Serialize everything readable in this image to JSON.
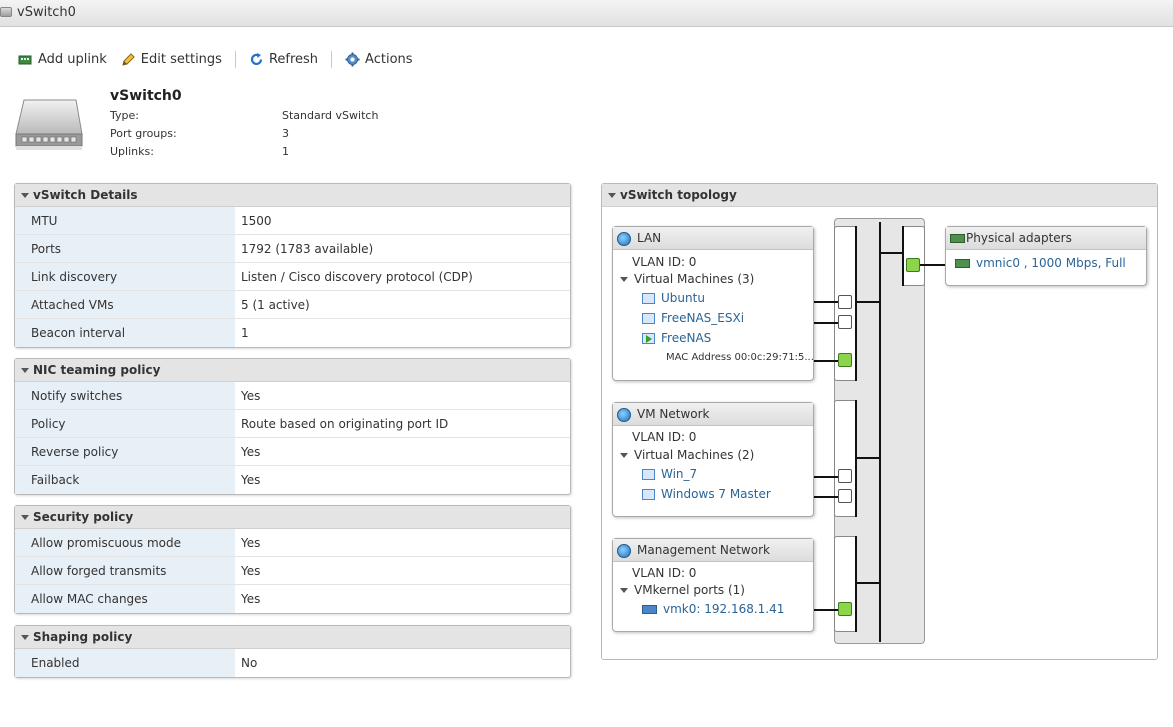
{
  "window": {
    "title": "vSwitch0"
  },
  "toolbar": {
    "add_uplink": "Add uplink",
    "edit_settings": "Edit settings",
    "refresh": "Refresh",
    "actions": "Actions"
  },
  "summary": {
    "name": "vSwitch0",
    "rows": [
      {
        "label": "Type:",
        "value": "Standard vSwitch"
      },
      {
        "label": "Port groups:",
        "value": "3"
      },
      {
        "label": "Uplinks:",
        "value": "1"
      }
    ]
  },
  "details": {
    "title": "vSwitch Details",
    "rows": [
      {
        "label": "MTU",
        "value": "1500"
      },
      {
        "label": "Ports",
        "value": "1792 (1783 available)"
      },
      {
        "label": "Link discovery",
        "value": "Listen / Cisco discovery protocol (CDP)"
      },
      {
        "label": "Attached VMs",
        "value": "5 (1 active)"
      },
      {
        "label": "Beacon interval",
        "value": "1"
      }
    ]
  },
  "nic_teaming": {
    "title": "NIC teaming policy",
    "rows": [
      {
        "label": "Notify switches",
        "value": "Yes"
      },
      {
        "label": "Policy",
        "value": "Route based on originating port ID"
      },
      {
        "label": "Reverse policy",
        "value": "Yes"
      },
      {
        "label": "Failback",
        "value": "Yes"
      }
    ]
  },
  "security": {
    "title": "Security policy",
    "rows": [
      {
        "label": "Allow promiscuous mode",
        "value": "Yes"
      },
      {
        "label": "Allow forged transmits",
        "value": "Yes"
      },
      {
        "label": "Allow MAC changes",
        "value": "Yes"
      }
    ]
  },
  "shaping": {
    "title": "Shaping policy",
    "rows": [
      {
        "label": "Enabled",
        "value": "No"
      }
    ]
  },
  "topology": {
    "title": "vSwitch topology",
    "lan": {
      "name": "LAN",
      "vlan": "VLAN ID: 0",
      "group": "Virtual Machines (3)",
      "vms": [
        "Ubuntu",
        "FreeNAS_ESXi",
        "FreeNAS"
      ],
      "mac": "MAC Address 00:0c:29:71:5..."
    },
    "vmnet": {
      "name": "VM Network",
      "vlan": "VLAN ID: 0",
      "group": "Virtual Machines (2)",
      "vms": [
        "Win_7",
        "Windows 7 Master"
      ]
    },
    "mgmt": {
      "name": "Management Network",
      "vlan": "VLAN ID: 0",
      "group": "VMkernel ports (1)",
      "vmk": "vmk0: 192.168.1.41"
    },
    "physical": {
      "title": "Physical adapters",
      "nic": "vmnic0 , 1000 Mbps, Full"
    }
  }
}
